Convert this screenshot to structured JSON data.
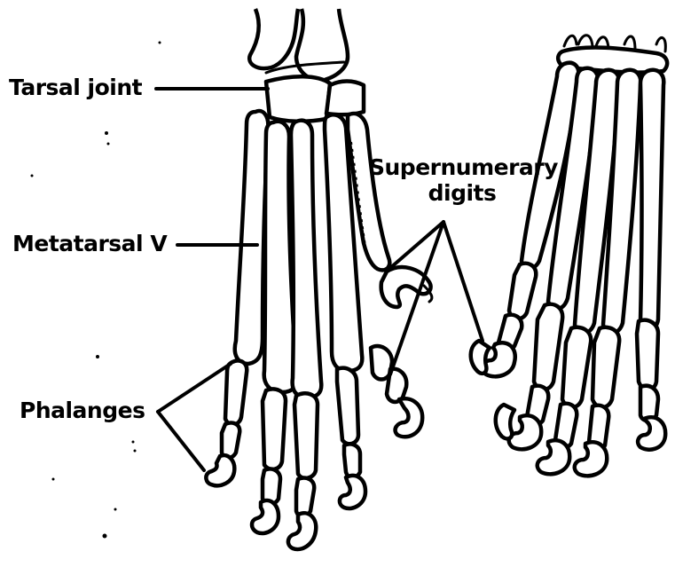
{
  "labels": {
    "tarsal_joint": "Tarsal joint",
    "supernumerary_line1": "Supernumerary",
    "supernumerary_line2": "digits",
    "metatarsal_v": "Metatarsal V",
    "phalanges": "Phalanges"
  },
  "icons": {
    "left_foot": "foot-skeleton-drawing",
    "right_foot": "foot-skeleton-drawing"
  },
  "colors": {
    "ink": "#000000",
    "paper": "#ffffff"
  }
}
